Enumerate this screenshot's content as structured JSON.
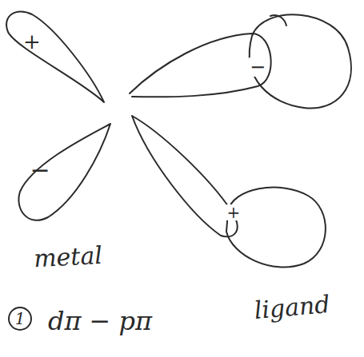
{
  "diagram": {
    "labels": [
      "+",
      "−",
      "−",
      "+",
      "metal",
      "ligand",
      "1",
      "dπ − pπ"
    ]
  }
}
